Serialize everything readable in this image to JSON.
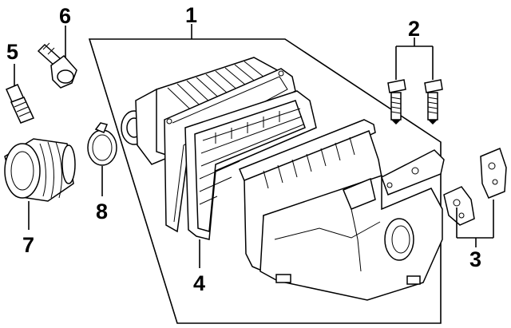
{
  "diagram": {
    "callouts": [
      {
        "id": "1",
        "label": "1"
      },
      {
        "id": "2",
        "label": "2"
      },
      {
        "id": "3",
        "label": "3"
      },
      {
        "id": "4",
        "label": "4"
      },
      {
        "id": "5",
        "label": "5"
      },
      {
        "id": "6",
        "label": "6"
      },
      {
        "id": "7",
        "label": "7"
      },
      {
        "id": "8",
        "label": "8"
      }
    ],
    "parts": [
      {
        "callout": "1",
        "icon": "air-cleaner-assembly-icon"
      },
      {
        "callout": "2",
        "icon": "bolt-pair-icon"
      },
      {
        "callout": "3",
        "icon": "bracket-pair-icon"
      },
      {
        "callout": "4",
        "icon": "air-filter-element-icon"
      },
      {
        "callout": "5",
        "icon": "fitting-icon"
      },
      {
        "callout": "6",
        "icon": "hose-connector-icon"
      },
      {
        "callout": "7",
        "icon": "intake-duct-icon"
      },
      {
        "callout": "8",
        "icon": "clamp-icon"
      }
    ],
    "colors": {
      "line": "#000000",
      "background": "#ffffff"
    }
  }
}
